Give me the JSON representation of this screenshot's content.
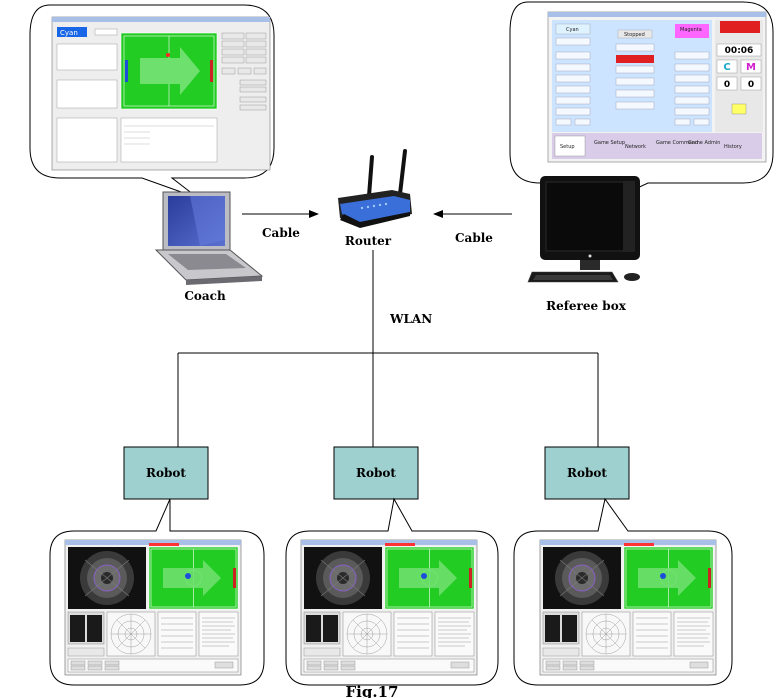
{
  "nodes": {
    "coach": "Coach",
    "router": "Router",
    "referee": "Referee box",
    "robots": [
      "Robot",
      "Robot",
      "Robot"
    ]
  },
  "links": {
    "coach_router": "Cable",
    "referee_router": "Cable",
    "router_robots": "WLAN"
  },
  "coach_ui": {
    "team": "Cyan"
  },
  "referee_ui": {
    "left_team": "Cyan",
    "right_team": "Magenta",
    "status": "Stopped",
    "timer": "00:06",
    "score_left": "0",
    "score_right": "0",
    "score_left_letter": "C",
    "score_right_letter": "M",
    "tabs": [
      "Setup",
      "Game Setup",
      "Network",
      "Game Command",
      "Game Admin",
      "History"
    ]
  },
  "caption": "Fig.17",
  "colors": {
    "robot_box": "#9fd0d0",
    "field": "#22cc22",
    "field_arrow": "#6ee06e",
    "cyan_team": "#1c4fd8",
    "magenta_team": "#ff55ff",
    "referee_bg": "#cce4ff",
    "referee_stop": "#e02020"
  },
  "icons": {
    "laptop": "laptop-icon",
    "router": "router-icon",
    "desktop": "desktop-computer-icon"
  }
}
